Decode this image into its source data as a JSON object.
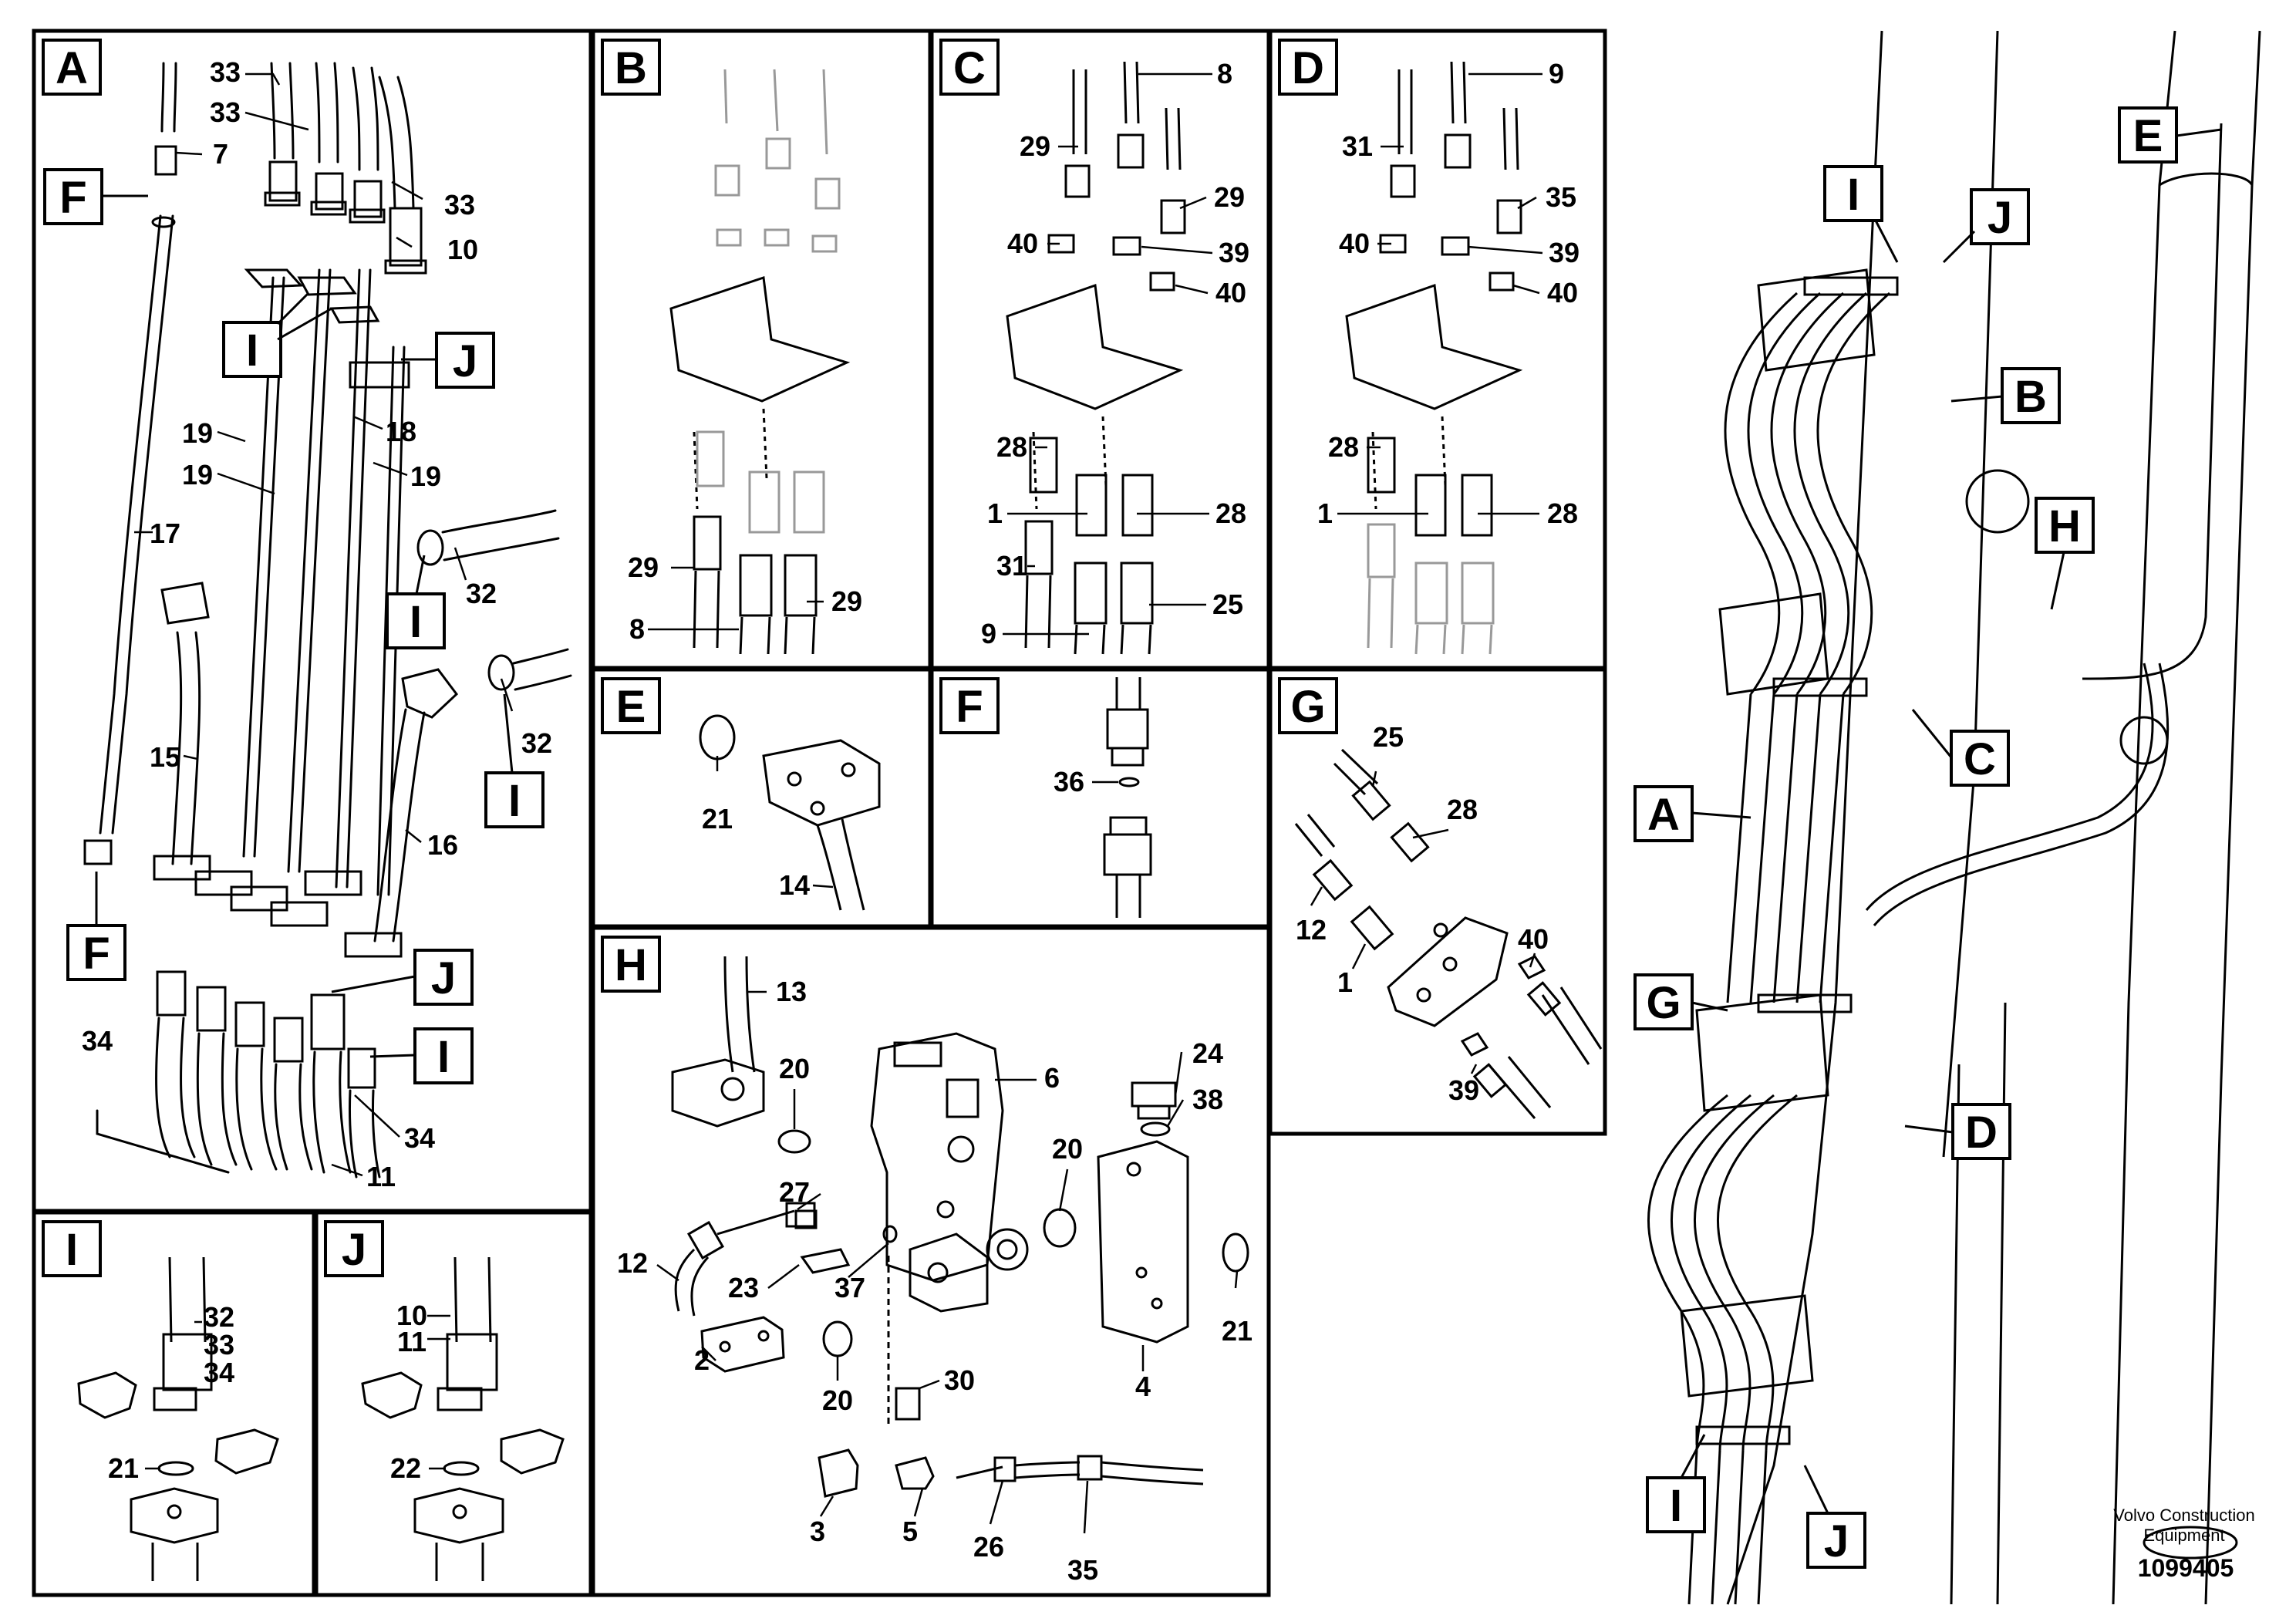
{
  "footer": {
    "company_line1": "Volvo Construction",
    "company_line2": "Equipment",
    "drawing_number": "1099405"
  },
  "panels": [
    {
      "id": "A",
      "label": "A"
    },
    {
      "id": "B",
      "label": "B"
    },
    {
      "id": "C",
      "label": "C"
    },
    {
      "id": "D",
      "label": "D"
    },
    {
      "id": "E",
      "label": "E"
    },
    {
      "id": "F",
      "label": "F"
    },
    {
      "id": "G",
      "label": "G"
    },
    {
      "id": "H",
      "label": "H"
    },
    {
      "id": "I",
      "label": "I"
    },
    {
      "id": "J",
      "label": "J"
    }
  ],
  "overview_markers": [
    "E",
    "I",
    "J",
    "B",
    "H",
    "C",
    "A",
    "G",
    "D",
    "I",
    "J"
  ],
  "detail_refs": {
    "panel_a": [
      "F",
      "I",
      "J",
      "I",
      "I",
      "F",
      "J",
      "I"
    ]
  },
  "callouts": {
    "panel_a": [
      "33",
      "33",
      "7",
      "33",
      "10",
      "19",
      "19",
      "18",
      "19",
      "17",
      "32",
      "32",
      "15",
      "16",
      "34",
      "34",
      "11"
    ],
    "panel_b": [
      "29",
      "8",
      "29"
    ],
    "panel_c": [
      "8",
      "29",
      "29",
      "40",
      "39",
      "40",
      "28",
      "1",
      "28",
      "31",
      "25",
      "9"
    ],
    "panel_d": [
      "9",
      "31",
      "35",
      "40",
      "39",
      "40",
      "28",
      "1",
      "28"
    ],
    "panel_e": [
      "21",
      "14"
    ],
    "panel_f": [
      "36"
    ],
    "panel_g": [
      "25",
      "28",
      "12",
      "40",
      "1",
      "39"
    ],
    "panel_h": [
      "13",
      "20",
      "6",
      "24",
      "38",
      "27",
      "20",
      "12",
      "23",
      "37",
      "2",
      "20",
      "30",
      "21",
      "4",
      "3",
      "5",
      "26",
      "35"
    ],
    "panel_i": [
      "32",
      "33",
      "34",
      "21"
    ],
    "panel_j": [
      "10",
      "11",
      "22"
    ]
  }
}
